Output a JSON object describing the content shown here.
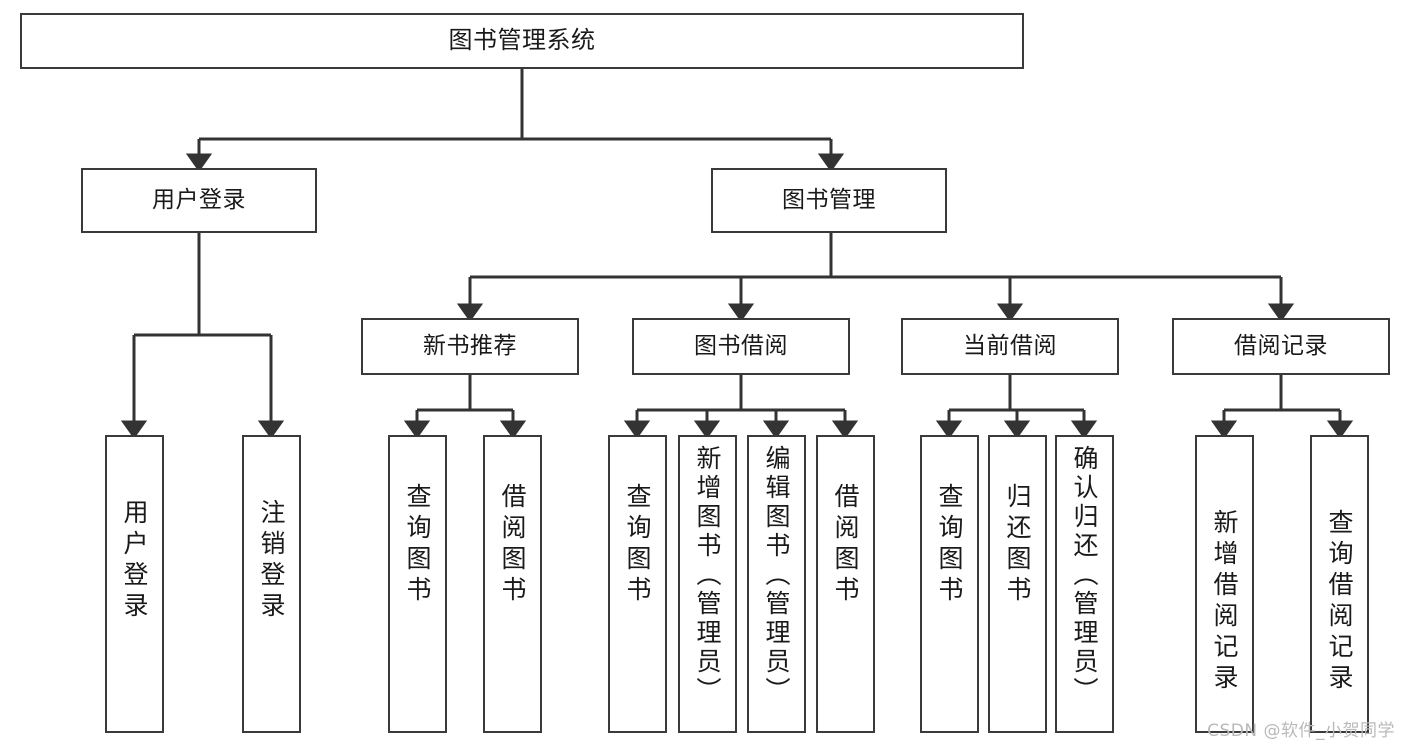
{
  "diagram": {
    "title": "图书管理系统",
    "type": "tree",
    "watermark": "CSDN @软件_小贺同学",
    "colors": {
      "box_border": "#3a3a3a",
      "box_fill": "#ffffff",
      "connector": "#333333",
      "text": "#1a1a1a",
      "watermark": "#b9b9b9"
    },
    "nodes": {
      "root": {
        "label": "图书管理系统"
      },
      "level2": [
        {
          "label": "用户登录"
        },
        {
          "label": "图书管理"
        }
      ],
      "level3": [
        {
          "label": "新书推荐"
        },
        {
          "label": "图书借阅"
        },
        {
          "label": "当前借阅"
        },
        {
          "label": "借阅记录"
        }
      ],
      "leaves": {
        "user_login": [
          {
            "label": "用户登录"
          },
          {
            "label": "注销登录"
          }
        ],
        "new_book": [
          {
            "label": "查询图书"
          },
          {
            "label": "借阅图书"
          }
        ],
        "book_borrow": [
          {
            "label": "查询图书"
          },
          {
            "label": "新增图书（管理员）"
          },
          {
            "label": "编辑图书（管理员）"
          },
          {
            "label": "借阅图书"
          }
        ],
        "current_borrow": [
          {
            "label": "查询图书"
          },
          {
            "label": "归还图书"
          },
          {
            "label": "确认归还（管理员）"
          }
        ],
        "borrow_record": [
          {
            "label": "新增借阅记录"
          },
          {
            "label": "查询借阅记录"
          }
        ]
      }
    }
  }
}
